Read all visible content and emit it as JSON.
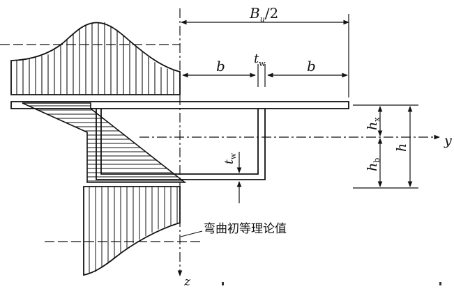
{
  "labels": {
    "bu_main": "B",
    "bu_sub": "u",
    "bu_tail": "/2",
    "b_left": "b",
    "b_right": "b",
    "tw_top_main": "t",
    "tw_top_sub": "w",
    "tw_mid_main": "t",
    "tw_mid_sub": "w",
    "hx_main": "h",
    "hx_sub": "x",
    "hb_main": "h",
    "hb_sub": "b",
    "h_total": "h",
    "y_axis": "y",
    "z_axis": "z",
    "caption": "弯曲初等理论值"
  }
}
